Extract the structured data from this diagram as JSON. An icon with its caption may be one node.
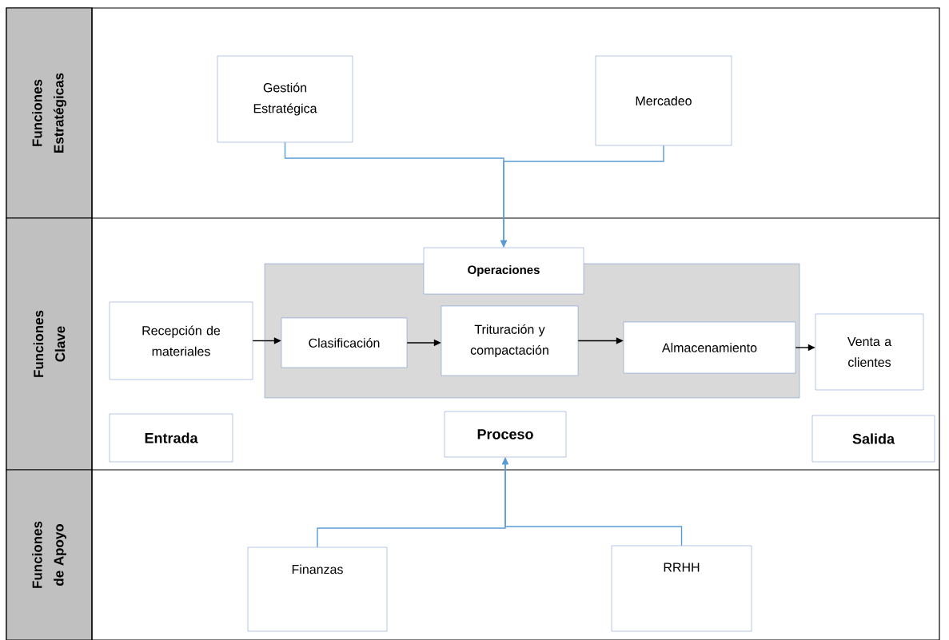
{
  "diagram": {
    "nodes": [
      {
        "text": [
          "Funciones Estratégicas"
        ]
      },
      {
        "text": [
          "Gestión Estratégica"
        ]
      },
      {
        "text": [
          "Mercadeo"
        ]
      },
      {
        "text": [
          "Funciones Clave"
        ]
      },
      {
        "text": [
          "Recepción de materiales"
        ]
      },
      {
        "text": [
          "Operaciones"
        ]
      },
      {
        "text": [],
        "shape": "box"
      },
      {
        "text": [
          "Clasificación"
        ],
        "in": 6
      },
      {
        "text": [
          "Trituración y compactación"
        ],
        "in": 6
      },
      {
        "text": [
          "Almacenamiento"
        ],
        "in": 6
      },
      {
        "text": [
          "Venta a clientes"
        ]
      },
      {
        "text": [
          "Entrada"
        ]
      },
      {
        "text": [
          "Proceso"
        ]
      },
      {
        "text": [
          "Salida"
        ]
      },
      {
        "text": [
          "Funciones de Apoyo"
        ]
      },
      {
        "text": [
          "Finanzas"
        ]
      },
      {
        "text": [
          "RRHH"
        ]
      }
    ],
    "edges": [
      {
        "from": 1,
        "to": 5,
        "arrow": "to",
        "color": "#5b9bd5"
      },
      {
        "from": 2,
        "to": 5,
        "arrow": "to",
        "color": "#5b9bd5"
      },
      {
        "from": 4,
        "to": 7,
        "arrow": "to",
        "color": "#000000"
      },
      {
        "from": 7,
        "to": 8,
        "arrow": "to",
        "color": "#000000"
      },
      {
        "from": 8,
        "to": 9,
        "arrow": "to",
        "color": "#000000"
      },
      {
        "from": 9,
        "to": 10,
        "arrow": "to",
        "color": "#000000"
      },
      {
        "from": 15,
        "to": 12,
        "arrow": "to",
        "color": "#5b9bd5"
      },
      {
        "from": 16,
        "to": 12,
        "arrow": "to",
        "color": "#5b9bd5"
      }
    ]
  }
}
